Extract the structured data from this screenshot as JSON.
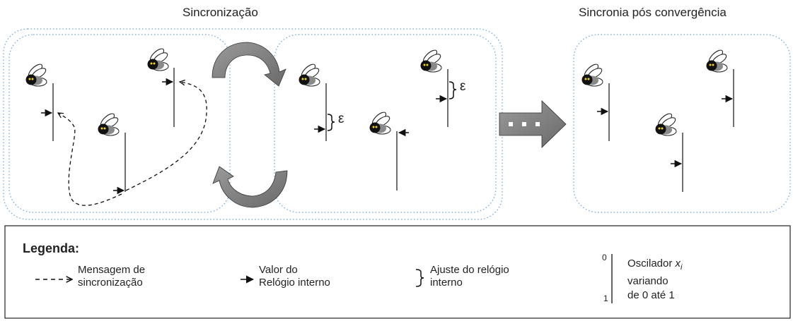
{
  "titles": {
    "sync": "Sincronização",
    "post": "Sincronia pós convergência"
  },
  "epsilon": "ε",
  "legend": {
    "heading": "Legenda:",
    "message_line1": "Mensagem de",
    "message_line2": "sincronização",
    "clock_line1": "Valor do",
    "clock_line2": "Relógio interno",
    "adjust_line1": "Ajuste do relógio",
    "adjust_line2": "interno",
    "osc_label": "Oscilador",
    "osc_var": "x",
    "osc_sub": "i",
    "osc_line2": "variando",
    "osc_line3": "de 0 até 1",
    "osc_top": "0",
    "osc_bottom": "1"
  },
  "icons": {
    "firefly": "firefly-icon",
    "clock_arrow": "arrow-right-icon",
    "message": "dashed-arrow-icon",
    "adjust": "brace-icon",
    "cycle": "curved-arrow-icon",
    "transition": "block-arrow-icon"
  },
  "colors": {
    "frame_dotted": "#6aa0d8",
    "cycle_arrow": "#7f7f7f",
    "firefly_body": "#111111",
    "firefly_eye": "#f2d21b",
    "ink": "#222222"
  }
}
